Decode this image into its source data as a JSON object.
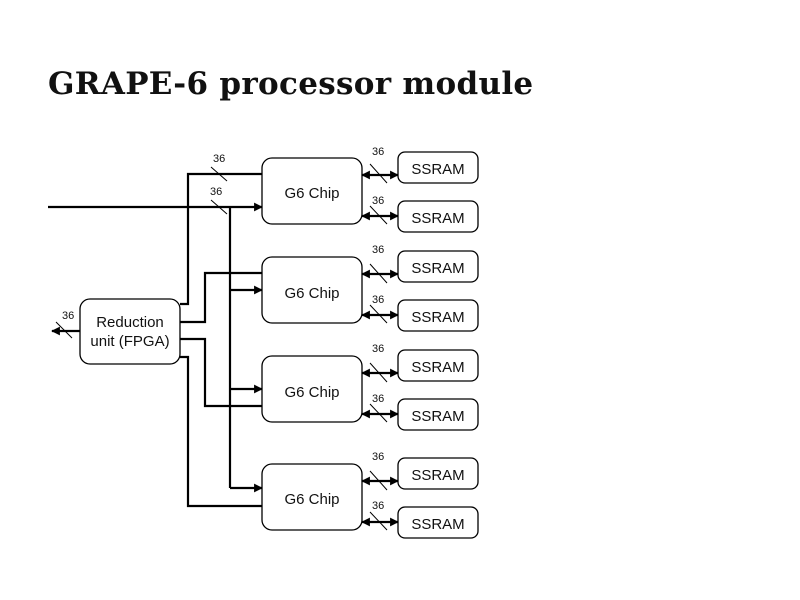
{
  "slide": {
    "title": "GRAPE-6 processor module"
  },
  "diagram": {
    "reduction_unit": {
      "line1": "Reduction",
      "line2": "unit (FPGA)",
      "output_width": "36"
    },
    "input_bus_widths": [
      "36",
      "36"
    ],
    "chips": [
      {
        "label": "G6 Chip",
        "ssram": [
          {
            "label": "SSRAM",
            "width": "36"
          },
          {
            "label": "SSRAM",
            "width": "36"
          }
        ]
      },
      {
        "label": "G6 Chip",
        "ssram": [
          {
            "label": "SSRAM",
            "width": "36"
          },
          {
            "label": "SSRAM",
            "width": "36"
          }
        ]
      },
      {
        "label": "G6 Chip",
        "ssram": [
          {
            "label": "SSRAM",
            "width": "36"
          },
          {
            "label": "SSRAM",
            "width": "36"
          }
        ]
      },
      {
        "label": "G6 Chip",
        "ssram": [
          {
            "label": "SSRAM",
            "width": "36"
          },
          {
            "label": "SSRAM",
            "width": "36"
          }
        ]
      }
    ]
  }
}
